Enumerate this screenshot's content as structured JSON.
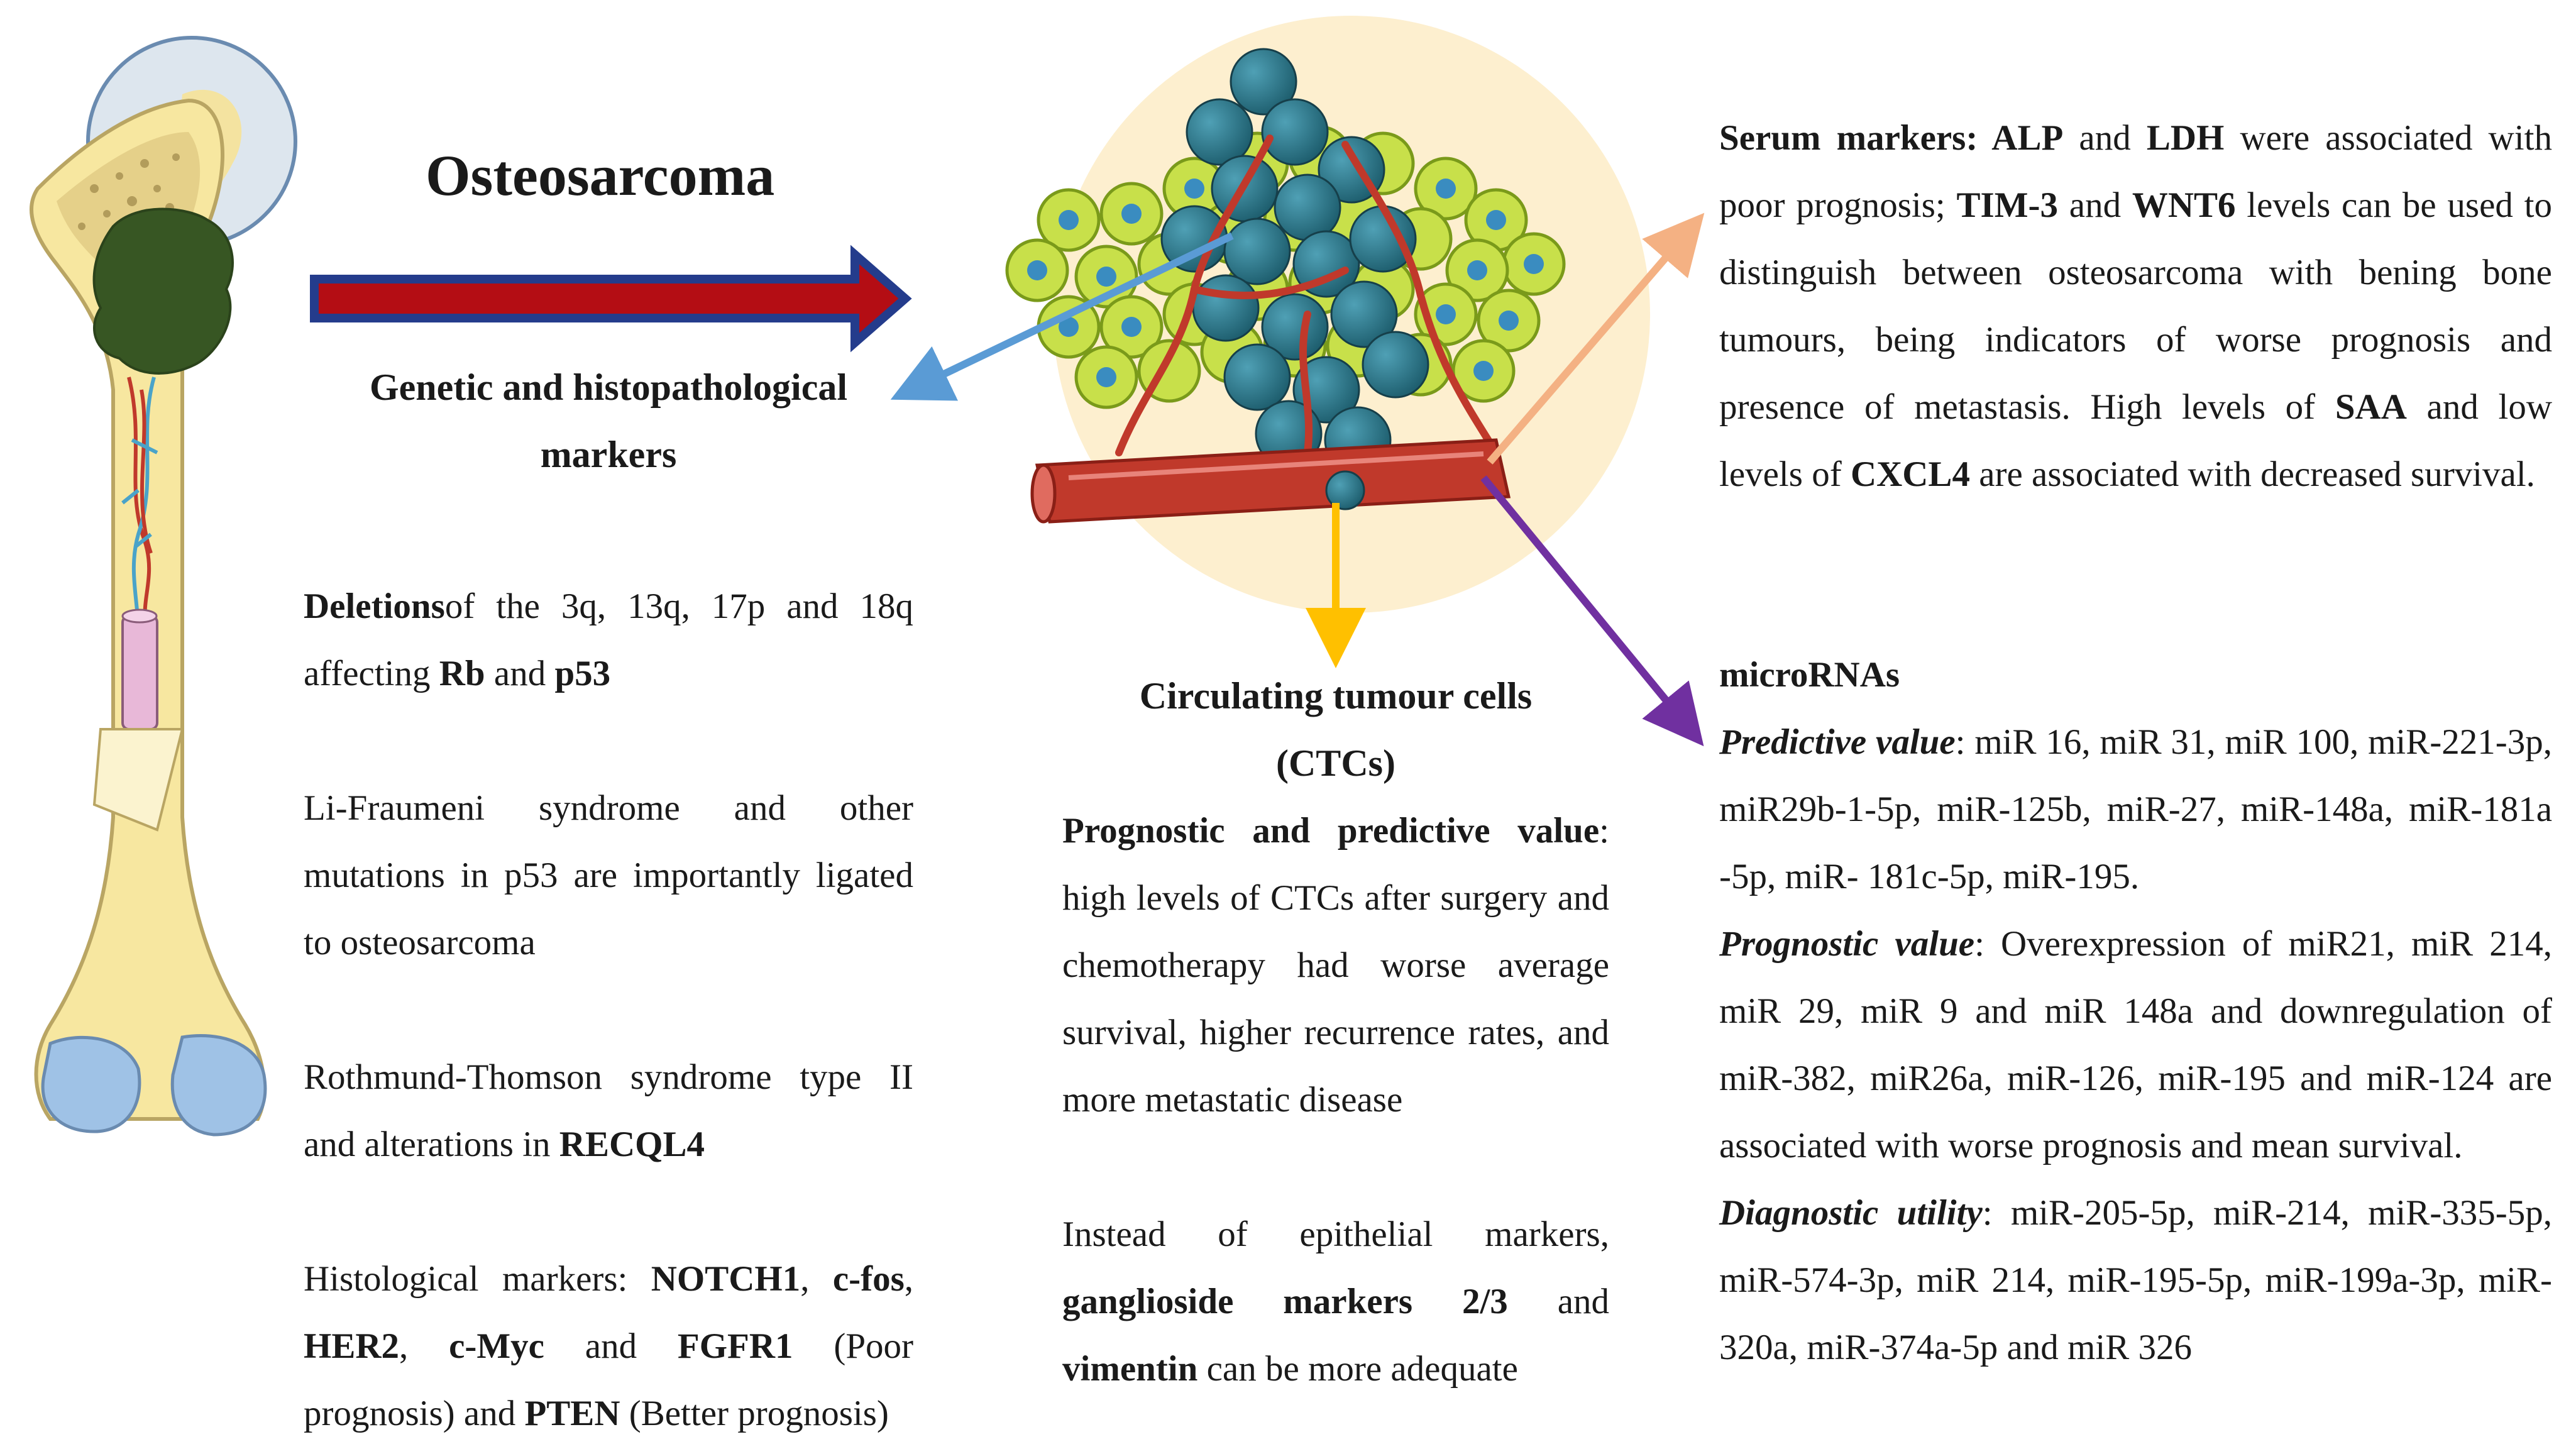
{
  "title": "Osteosarcoma",
  "colors": {
    "main_arrow_fill": "#b40d14",
    "main_arrow_stroke": "#243c8c",
    "blue_arrow": "#5a9bd5",
    "orange_arrow": "#f4b183",
    "yellow_arrow": "#ffc000",
    "purple_arrow": "#7030a0",
    "circle_bg": "#fdefcf",
    "bone": "#f7e7a0",
    "tumor": "#375623",
    "vessel": "#c0392b"
  },
  "genetic": {
    "heading": "Genetic and histopathological markers",
    "p1_b1": "Deletions",
    "p1_t1": "of the 3q, 13q, 17p and 18q affecting ",
    "p1_b2": "Rb",
    "p1_t2": " and ",
    "p1_b3": "p53",
    "p2": "Li-Fraumeni syndrome and other mutations in p53 are importantly ligated to osteosarcoma",
    "p3_t1": "Rothmund-Thomson syndrome type II and alterations in ",
    "p3_b1": "RECQL4",
    "p4_t1": "Histological markers: ",
    "p4_b1": "NOTCH1",
    "p4_t2": ", ",
    "p4_b2": "c-fos",
    "p4_t3": ", ",
    "p4_b3": "HER2",
    "p4_t4": ", ",
    "p4_b4": "c-Myc",
    "p4_t5": " and ",
    "p4_b5": "FGFR1",
    "p4_t6": " (Poor prognosis) and ",
    "p4_b6": "PTEN",
    "p4_t7": " (Better prognosis)"
  },
  "ctc": {
    "heading": "Circulating tumour cells (CTCs)",
    "p1_b1": "Prognostic and predictive value",
    "p1_t1": ": high levels of CTCs after surgery and chemotherapy had worse average survival, higher recurrence rates, and more metastatic disease",
    "p2_t1": "Instead of epithelial markers, ",
    "p2_b1": "ganglioside markers 2/3",
    "p2_t2": " and ",
    "p2_b2": "vimentin",
    "p2_t3": " can be more adequate"
  },
  "serum": {
    "b1": "Serum markers: ALP",
    "t1": " and ",
    "b2": "LDH",
    "t2": " were associated with poor prognosis; ",
    "b3": "TIM-3",
    "t3": " and ",
    "b4": "WNT6",
    "t4": " levels can be used to distinguish between osteosarcoma with bening bone tumours, being indicators of worse prognosis and presence of metastasis. High levels of ",
    "b5": "SAA",
    "t5": " and low levels of ",
    "b6": "CXCL4",
    "t6": " are associated with decreased survival."
  },
  "mirna": {
    "heading": "microRNAs",
    "pred_label": "Predictive value",
    "pred_text": ": miR 16, miR 31, miR 100, miR-221-3p, miR29b-1-5p, miR-125b, miR-27, miR-148a, miR-181a -5p, miR- 181c-5p, miR-195.",
    "prog_label": "Prognostic value",
    "prog_text": ": Overexpression of miR21, miR 214, miR 29, miR 9 and miR 148a and downregulation of miR-382, miR26a, miR-126, miR-195 and miR-124 are associated with worse prognosis and mean survival.",
    "diag_label": "Diagnostic utility",
    "diag_text": ": miR-205-5p, miR-214, miR-335-5p, miR-574-3p, miR 214, miR-195-5p, miR-199a-3p, miR-320a, miR-374a-5p and miR 326"
  }
}
